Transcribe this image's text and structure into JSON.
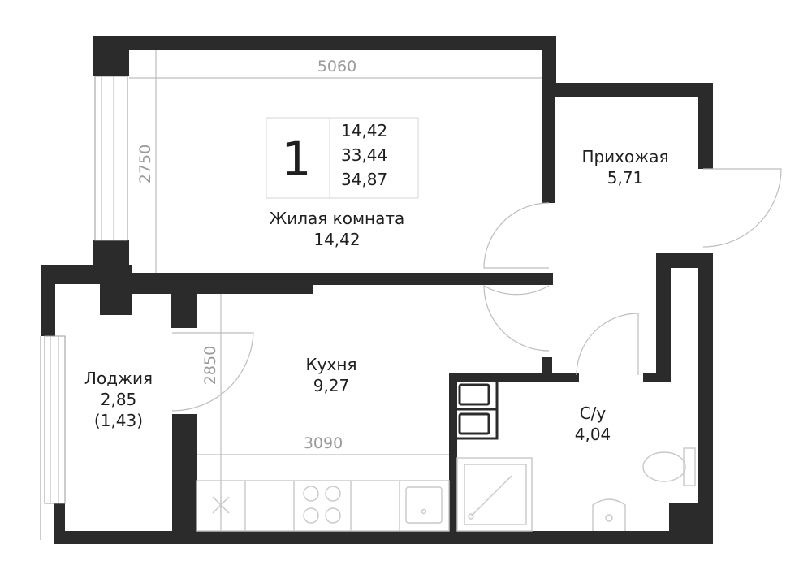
{
  "apartment": {
    "rooms_count": "1",
    "living_area": "14,42",
    "total_area": "33,44",
    "total_area_with_loggia": "34,87"
  },
  "rooms": {
    "living": {
      "name": "Жилая комната",
      "area": "14,42"
    },
    "hall": {
      "name": "Прихожая",
      "area": "5,71"
    },
    "kitchen": {
      "name": "Кухня",
      "area": "9,27"
    },
    "loggia": {
      "name": "Лоджия",
      "area": "2,85",
      "area_reduced": "(1,43)"
    },
    "bathroom": {
      "name": "С/у",
      "area": "4,04"
    }
  },
  "dimensions": {
    "living_width": "5060",
    "living_depth": "2750",
    "kitchen_depth": "2850",
    "kitchen_width": "3090"
  },
  "colors": {
    "wall": "#2b2b2b",
    "thin_line": "#bdbdbd",
    "dimension_text": "#9a9a9a",
    "label_text": "#1f1f1f"
  }
}
